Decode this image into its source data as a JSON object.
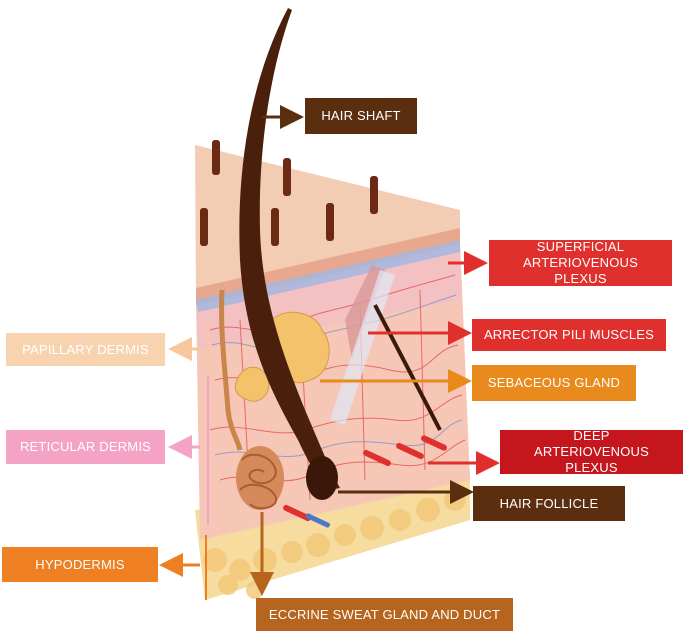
{
  "labels": {
    "hair_shaft": "HAIR SHAFT",
    "superficial_plexus": "SUPERFICIAL\nARTERIOVENOUS PLEXUS",
    "arrector_pili": "ARRECTOR  PILI MUSCLES",
    "sebaceous_gland": "SEBACEOUS GLAND",
    "deep_plexus": "DEEP\nARTERIOVENOUS PLEXUS",
    "hair_follicle": "HAIR FOLLICLE",
    "eccrine_gland": "ECCRINE SWEAT GLAND AND DUCT",
    "papillary_dermis": "PAPILLARY DERMIS",
    "reticular_dermis": "RETICULAR DERMIS",
    "hypodermis": "HYPODERMIS"
  },
  "colors": {
    "dark_brown": "#5a2e0f",
    "red": "#e0302d",
    "dark_red": "#c4161c",
    "orange": "#e98a1c",
    "papillary_peach": "#f8d3b0",
    "reticular_pink": "#f4a3c4",
    "hypodermis_orange": "#ee7f22",
    "eccrine_brown": "#b5651d"
  }
}
